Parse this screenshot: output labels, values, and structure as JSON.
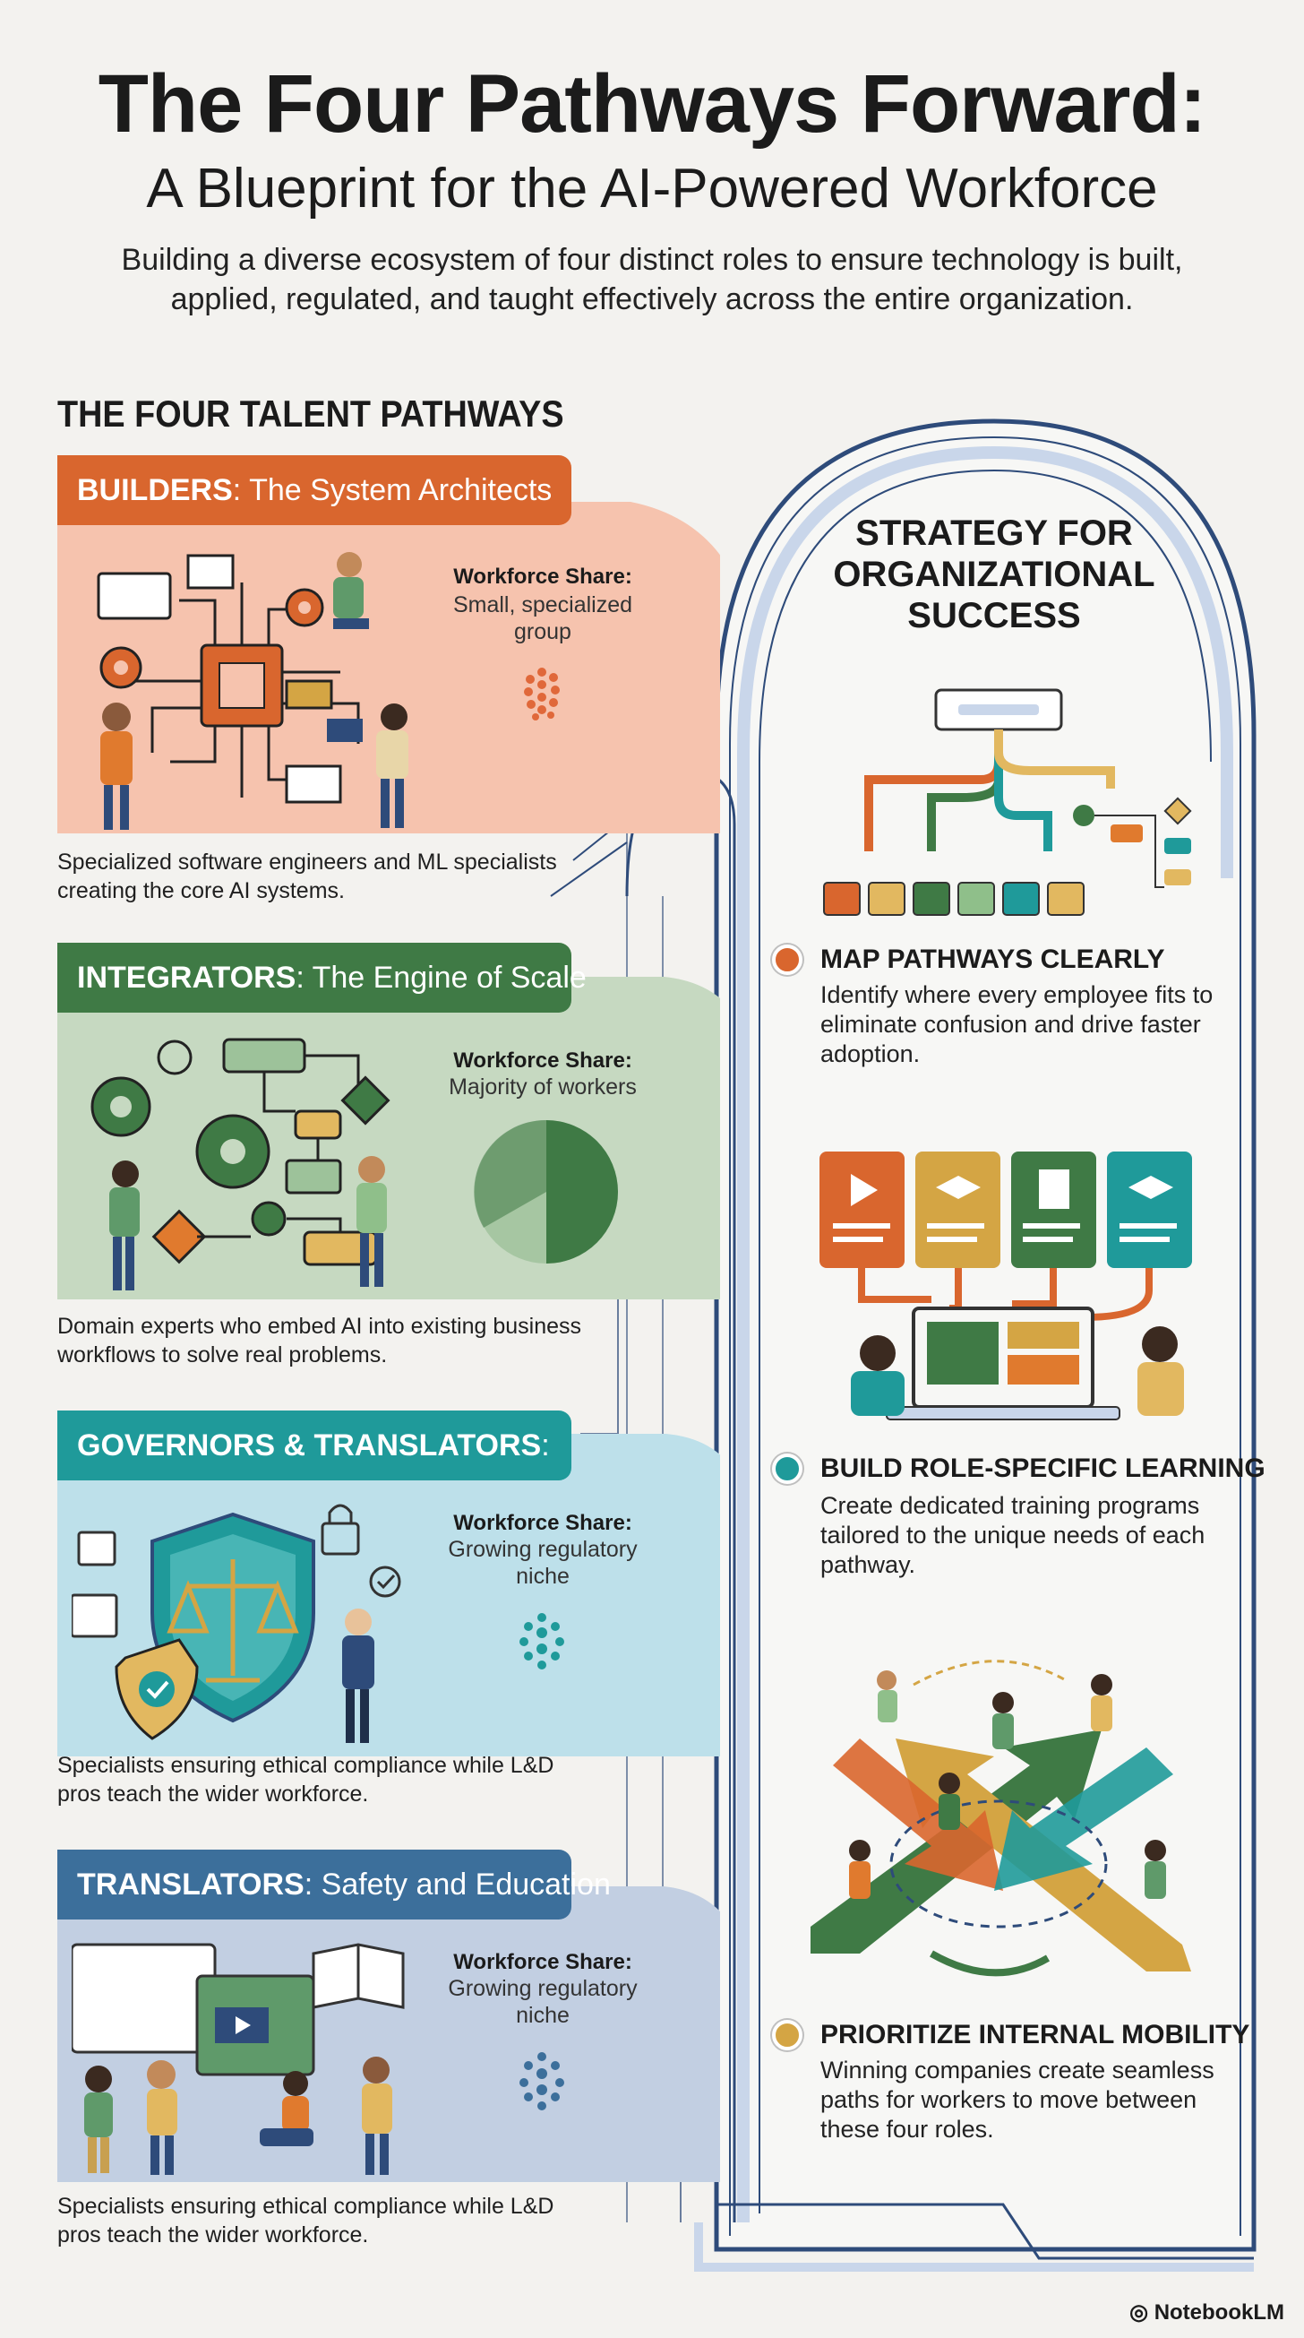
{
  "header": {
    "title": "The Four Pathways Forward:",
    "subtitle": "A Blueprint for the AI-Powered Workforce",
    "intro": "Building a diverse ecosystem of four distinct roles to ensure technology is built, applied, regulated, and taught effectively across the entire organization."
  },
  "pathways": {
    "heading": "THE FOUR TALENT PATHWAYS",
    "items": [
      {
        "name": "BUILDERS",
        "subtitle": ": The System Architects",
        "share_label": "Workforce Share:",
        "share_value": "Small, specialized group",
        "description": "Specialized software engineers and ML specialists creating the core AI systems.",
        "color": "#d9662e",
        "bg": "#f6c3ae"
      },
      {
        "name": "INTEGRATORS",
        "subtitle": ": The Engine of Scale",
        "share_label": "Workforce Share:",
        "share_value": "Majority of workers",
        "description": "Domain experts who embed AI into existing business workflows to solve real problems.",
        "color": "#3f7a45",
        "bg": "#c6d9c1"
      },
      {
        "name": "GOVERNORS & TRANSLATORS",
        "subtitle": ":",
        "share_label": "Workforce Share:",
        "share_value": "Growing regulatory niche",
        "description": "Specialists ensuring ethical compliance while L&D pros teach the wider workforce.",
        "color": "#1f9a9a",
        "bg": "#bde0ea"
      },
      {
        "name": "TRANSLATORS",
        "subtitle": ": Safety and Education",
        "share_label": "Workforce Share:",
        "share_value": "Growing regulatory niche",
        "description": "Specialists ensuring ethical compliance while L&D pros teach the wider workforce.",
        "color": "#3c6f9b",
        "bg": "#c2cfe2"
      }
    ]
  },
  "strategy": {
    "heading": "STRATEGY FOR ORGANIZATIONAL SUCCESS",
    "steps": [
      {
        "title": "MAP PATHWAYS CLEARLY",
        "text": "Identify where every employee fits to eliminate confusion and drive faster adoption.",
        "color": "#d9662e"
      },
      {
        "title": "BUILD ROLE-SPECIFIC LEARNING",
        "text": "Create dedicated training programs tailored to the unique needs of each pathway.",
        "color": "#1f9a9a"
      },
      {
        "title": "PRIORITIZE INTERNAL MOBILITY",
        "text": "Winning companies create seamless paths for workers to move between these four roles.",
        "color": "#d4a544"
      }
    ]
  },
  "footer": {
    "brand": "NotebookLM"
  },
  "icons": [
    "chip-icon",
    "gear-icon",
    "flowchart-icon",
    "shield-scales-icon",
    "lock-icon",
    "checkmark-icon",
    "video-player-icon",
    "book-icon",
    "graduation-cap-icon",
    "laptop-icon",
    "crossing-arrows-icon"
  ]
}
